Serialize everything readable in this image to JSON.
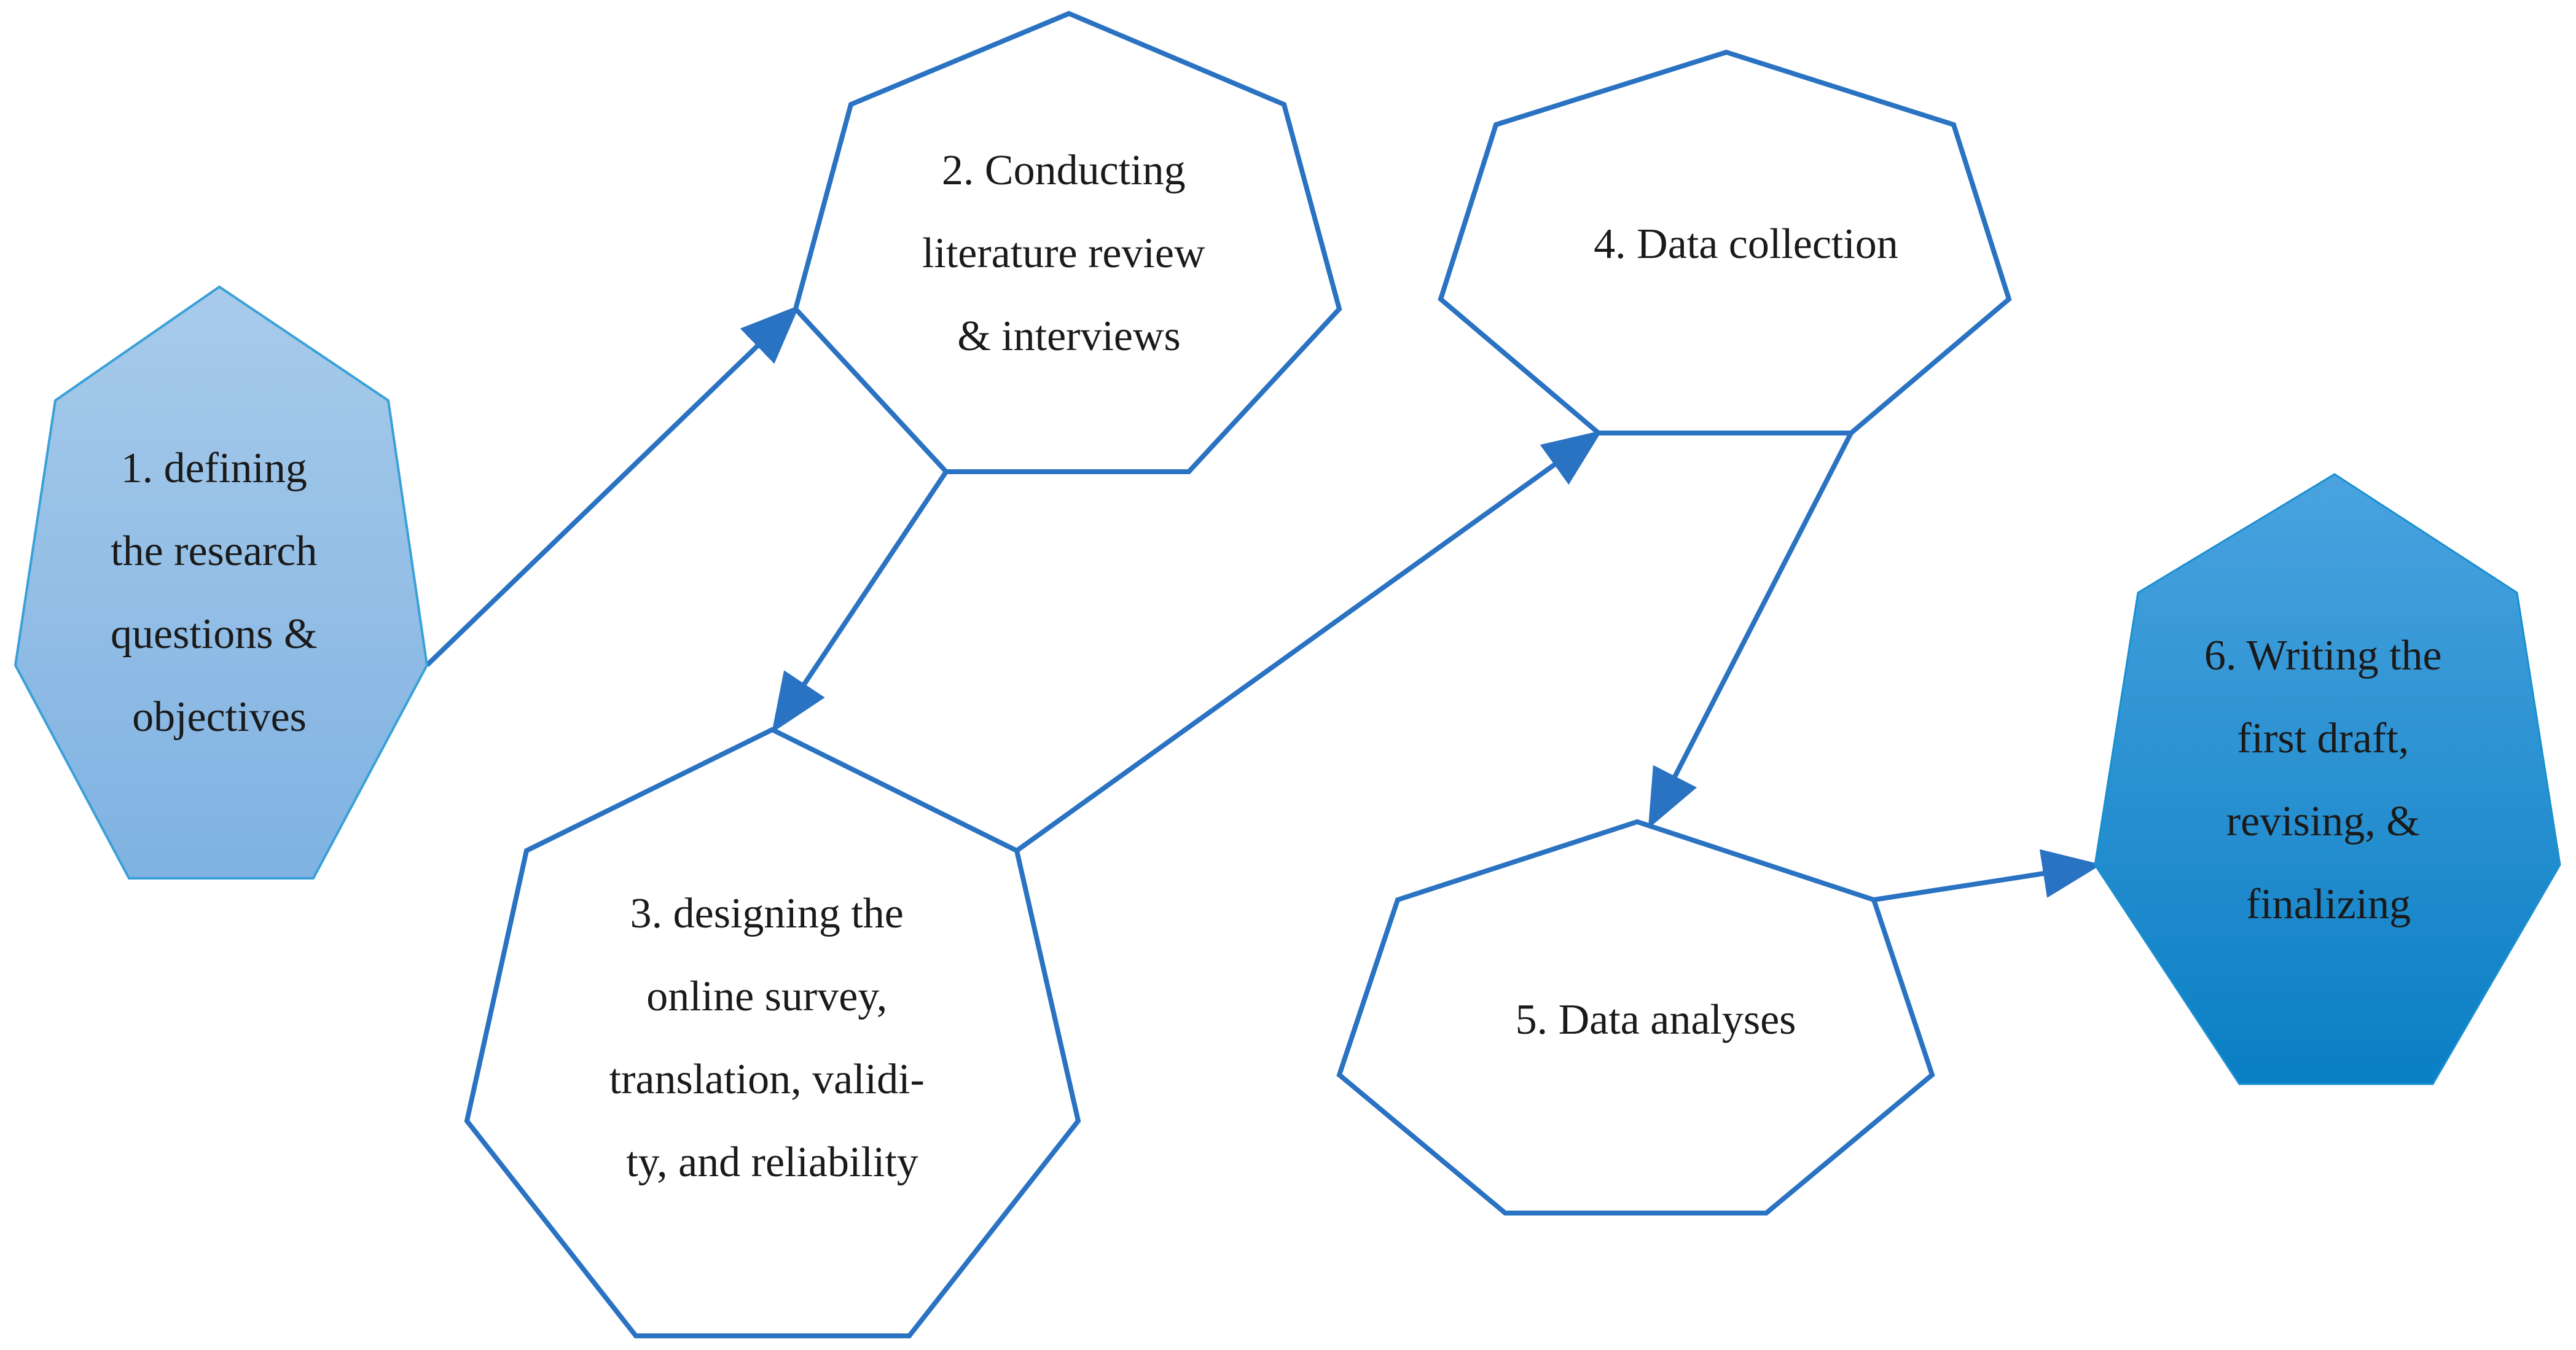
{
  "diagram": {
    "colors": {
      "stroke": "#2a72c2",
      "text": "#1a1a1a",
      "step1_fill_top": "#a8cbea",
      "step1_fill_bottom": "#7fb2e2",
      "step6_fill_top": "#4aa3df",
      "step6_fill_bottom": "#0a7fc4"
    },
    "steps": [
      {
        "id": "step-1",
        "lines": [
          "1. defining",
          "the research",
          "questions &",
          "objectives"
        ]
      },
      {
        "id": "step-2",
        "lines": [
          "2. Conducting",
          "literature review",
          "& interviews"
        ]
      },
      {
        "id": "step-3",
        "lines": [
          "3. designing the",
          "online survey,",
          "translation, validi-",
          "ty, and reliability"
        ]
      },
      {
        "id": "step-4",
        "lines": [
          "4. Data collection"
        ]
      },
      {
        "id": "step-5",
        "lines": [
          "5. Data analyses"
        ]
      },
      {
        "id": "step-6",
        "lines": [
          "6. Writing the",
          "first draft,",
          "revising, &",
          "finalizing"
        ]
      }
    ]
  }
}
